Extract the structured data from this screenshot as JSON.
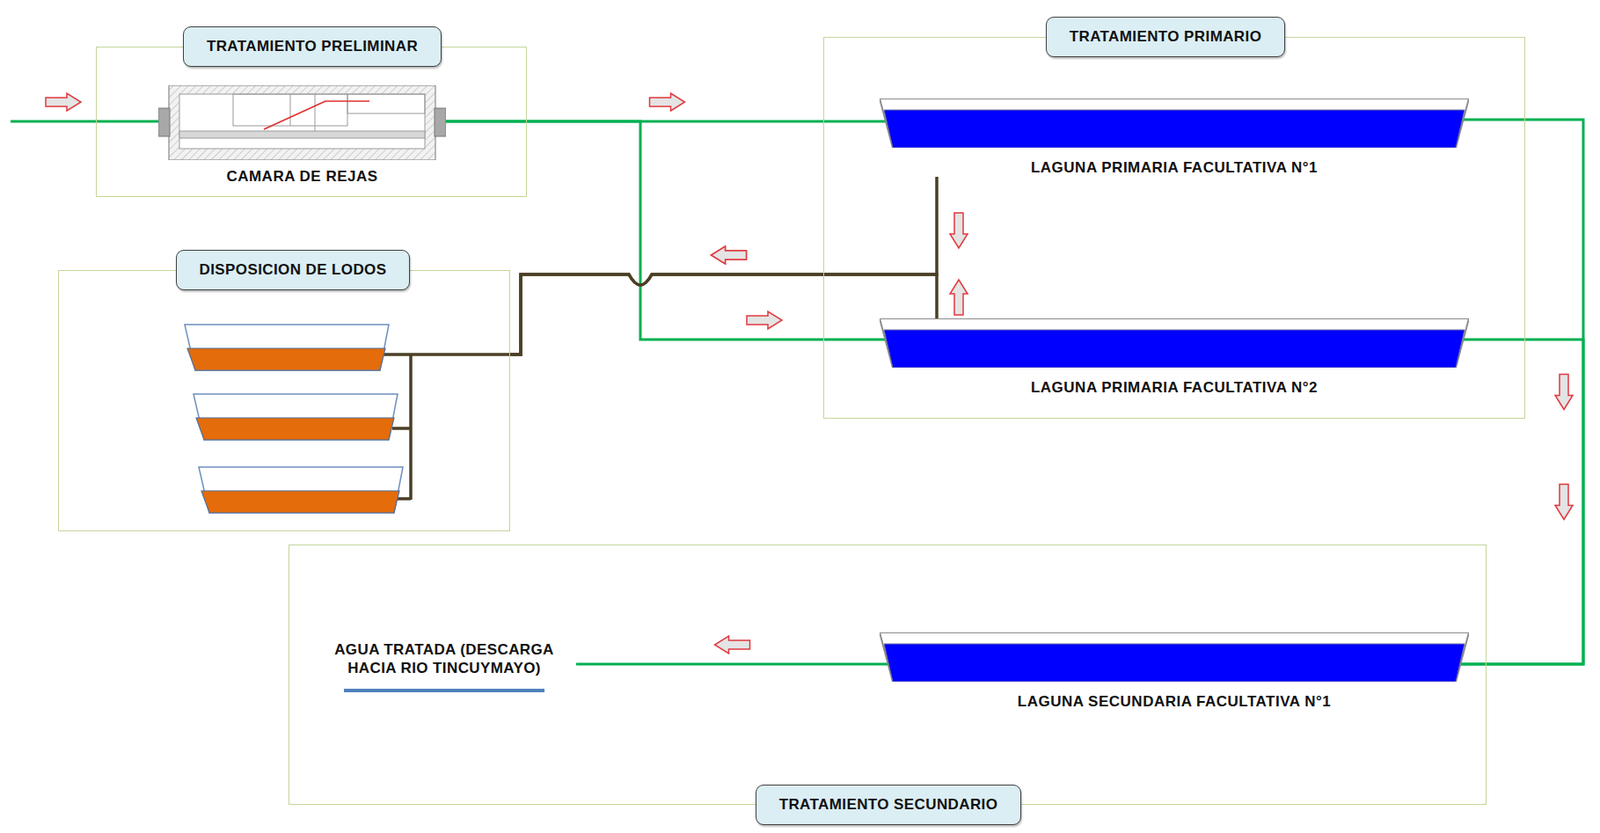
{
  "diagram": {
    "nodes": [
      {
        "text": [
          "TRATAMIENTO PRELIMINAR"
        ]
      },
      {
        "text": [
          "CAMARA DE REJAS"
        ],
        "in": 0
      },
      {
        "text": [
          "TRATAMIENTO PRIMARIO"
        ]
      },
      {
        "text": [
          "LAGUNA PRIMARIA FACULTATIVA N°1"
        ],
        "in": 2
      },
      {
        "text": [
          "LAGUNA PRIMARIA FACULTATIVA N°2"
        ],
        "in": 2
      },
      {
        "text": [
          "DISPOSICION DE LODOS"
        ]
      },
      {
        "text": [
          "TRATAMIENTO SECUNDARIO"
        ]
      },
      {
        "text": [
          "LAGUNA SECUNDARIA FACULTATIVA N°1"
        ],
        "in": 6
      },
      {
        "text": [
          "AGUA TRATADA (DESCARGA HACIA RIO TINCUYMAYO)"
        ],
        "in": 6
      }
    ],
    "edges": [
      {
        "from": 1,
        "to": 3,
        "arrow": "to"
      },
      {
        "from": 1,
        "to": 4,
        "arrow": "to"
      },
      {
        "from": 3,
        "to": 5,
        "arrow": "to"
      },
      {
        "from": 4,
        "to": 5,
        "arrow": "to"
      },
      {
        "from": 3,
        "to": 7,
        "arrow": "to"
      },
      {
        "from": 4,
        "to": 7,
        "arrow": "to"
      },
      {
        "from": 7,
        "to": 8,
        "arrow": "to"
      }
    ]
  }
}
